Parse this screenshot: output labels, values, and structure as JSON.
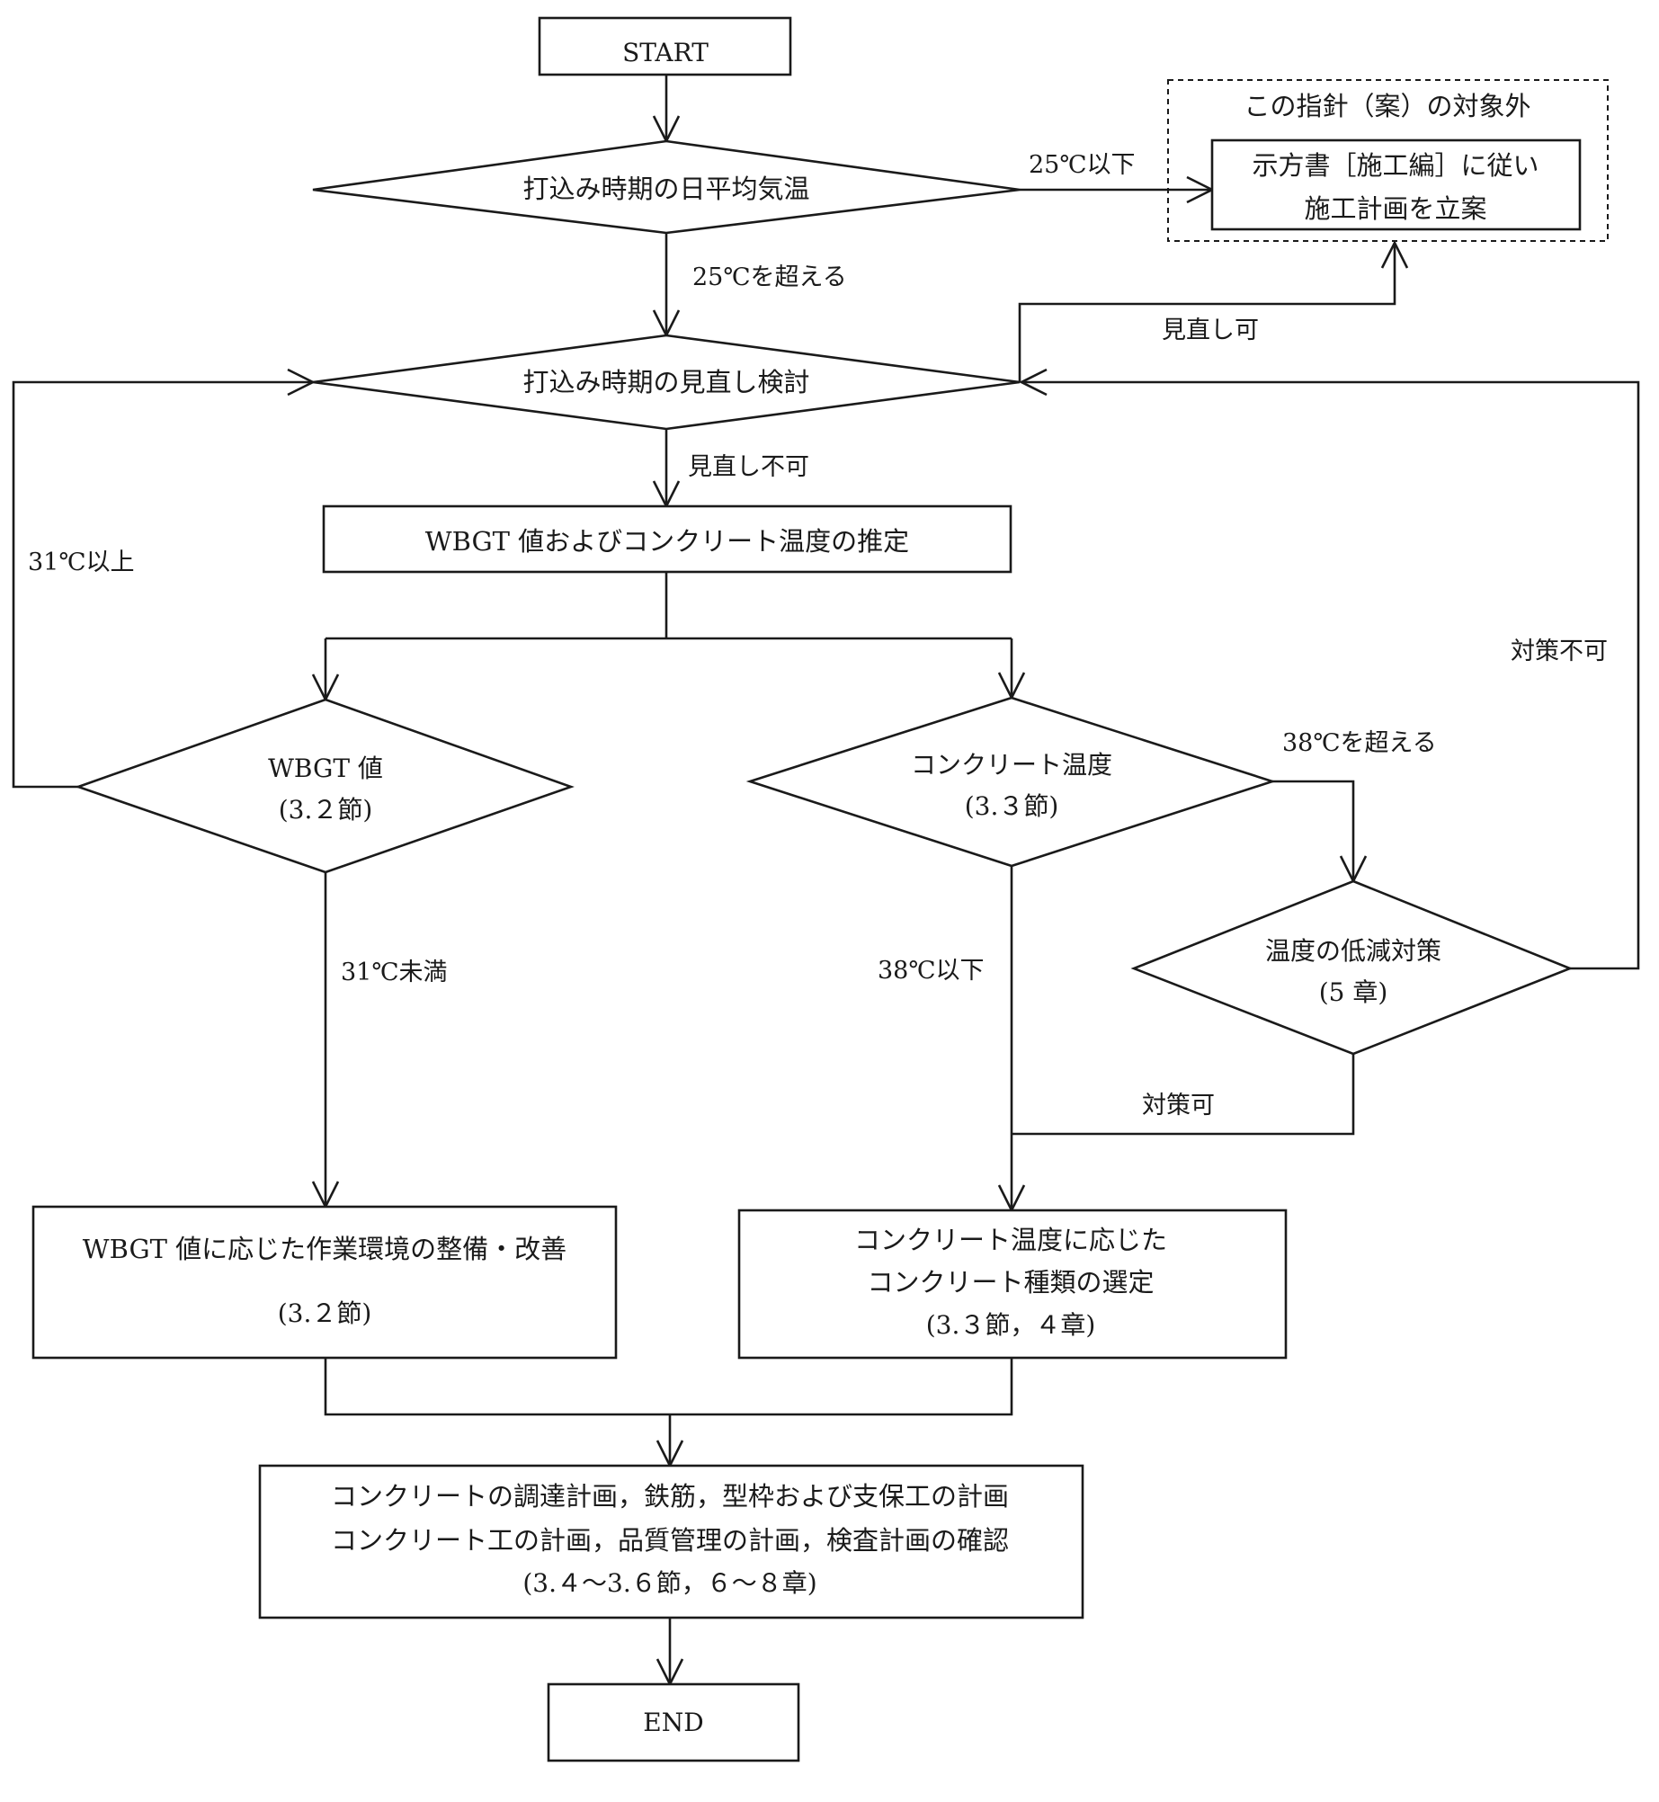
{
  "nodes": {
    "start": "START",
    "daily_avg_temp": "打込み時期の日平均気温",
    "out_of_scope_title": "この指針（案）の対象外",
    "spec_plan_line1": "示方書［施工編］に従い",
    "spec_plan_line2": "施工計画を立案",
    "review_timing": "打込み時期の見直し検討",
    "estimate": "WBGT 値およびコンクリート温度の推定",
    "wbgt_line1": "WBGT 値",
    "wbgt_line2": "(3.２節)",
    "conc_temp_line1": "コンクリート温度",
    "conc_temp_line2": "(3.３節)",
    "reduction_line1": "温度の低減対策",
    "reduction_line2": "(5 章)",
    "work_env_line1": "WBGT 値に応じた作業環境の整備・改善",
    "work_env_line2": "(3.２節)",
    "select_type_line1": "コンクリート温度に応じた",
    "select_type_line2": "コンクリート種類の選定",
    "select_type_line3": "(3.３節，４章)",
    "confirm_line1": "コンクリートの調達計画，鉄筋，型枠および支保工の計画",
    "confirm_line2": "コンクリート工の計画，品質管理の計画，検査計画の確認",
    "confirm_line3": "(3.４～3.６節，６～８章)",
    "end": "END"
  },
  "edge_labels": {
    "le_25": "25℃以下",
    "gt_25": "25℃を超える",
    "review_ok": "見直し可",
    "review_ng": "見直し不可",
    "ge_31": "31℃以上",
    "lt_31": "31℃未満",
    "gt_38": "38℃を超える",
    "le_38": "38℃以下",
    "measure_ng": "対策不可",
    "measure_ok": "対策可"
  }
}
